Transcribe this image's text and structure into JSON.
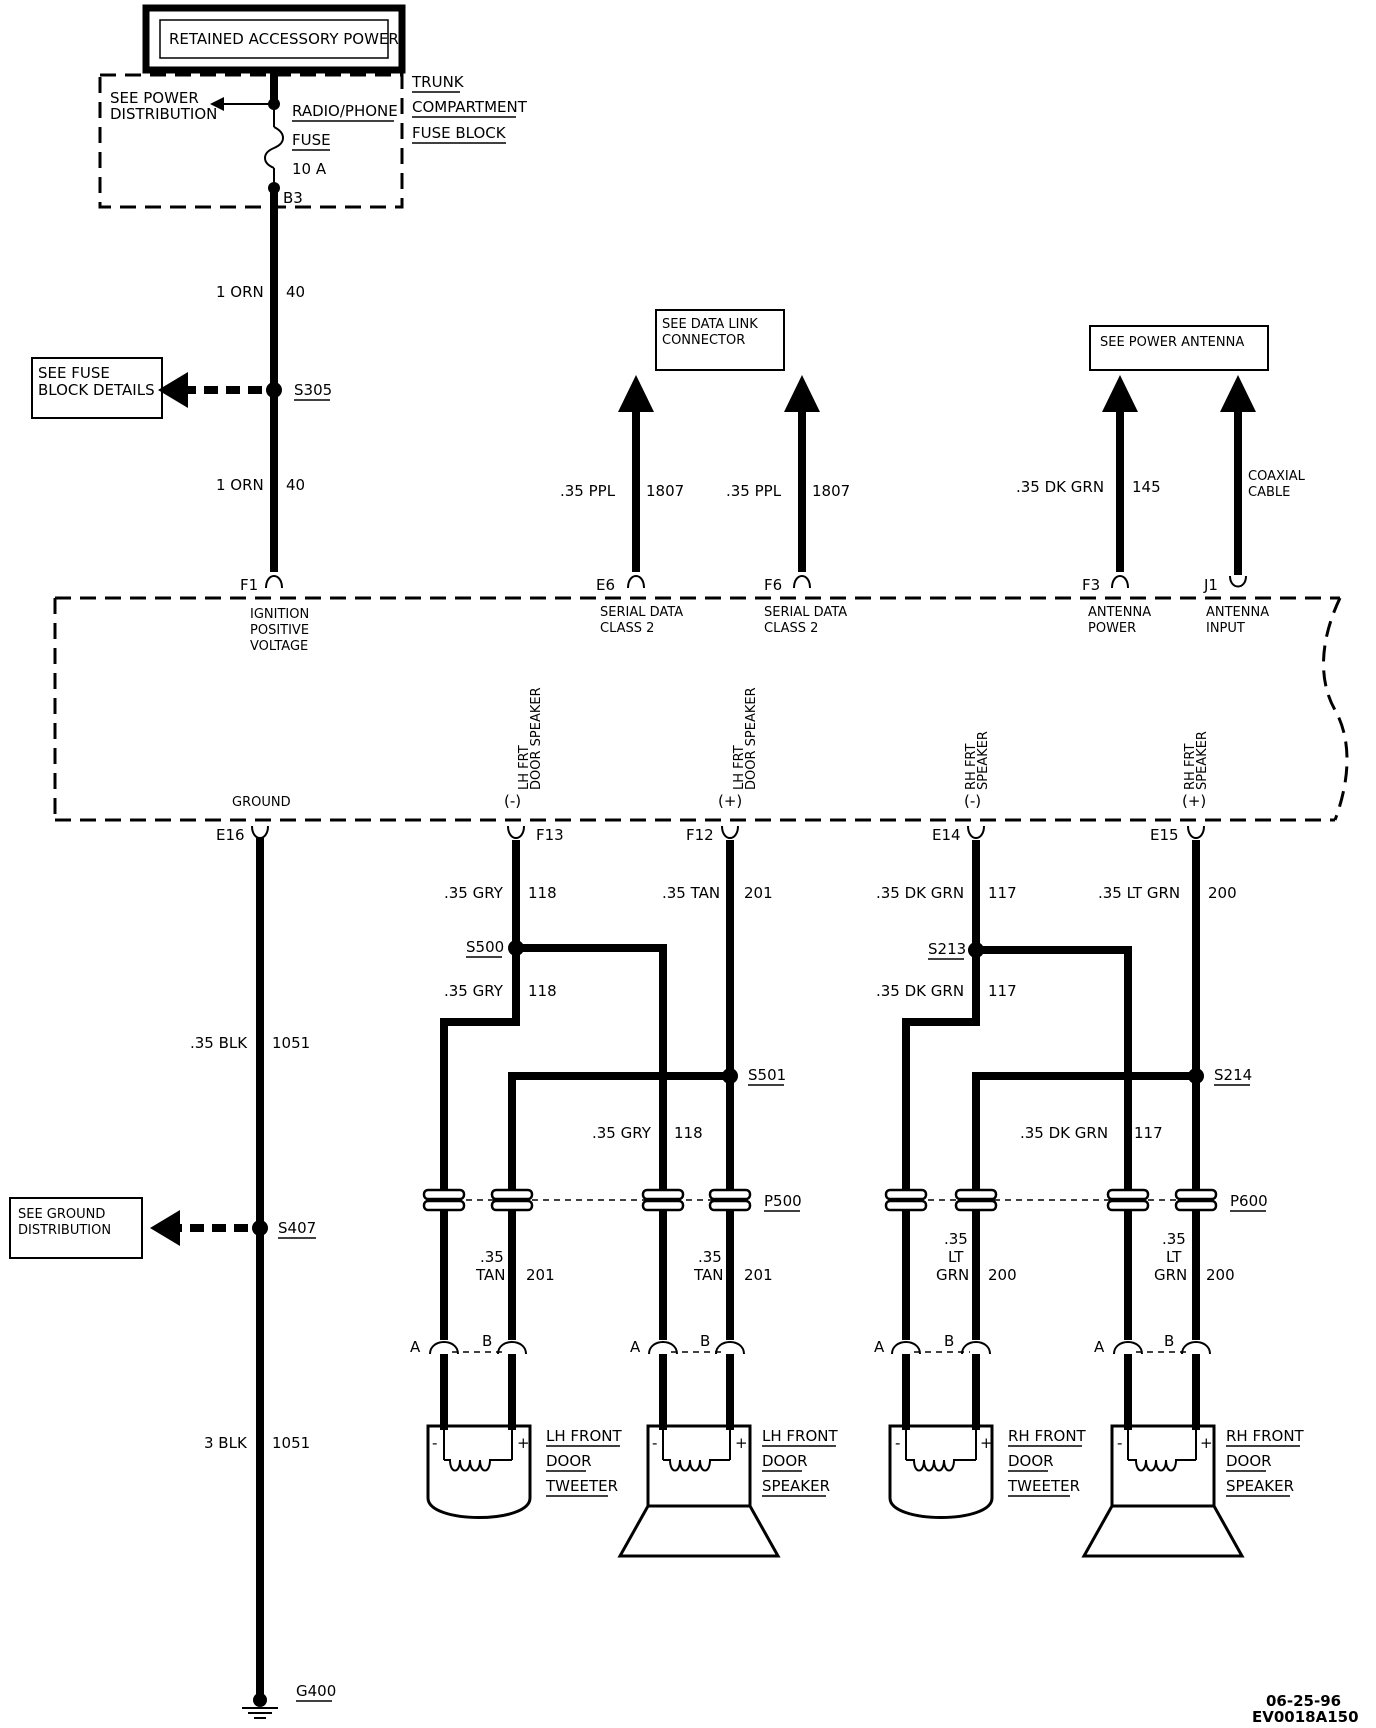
{
  "header": {
    "title": "RETAINED ACCESSORY POWER"
  },
  "fuse_block": {
    "see_power_line1": "SEE POWER",
    "see_power_line2": "DISTRIBUTION",
    "fuse_name_line1": "RADIO/PHONE",
    "fuse_name_line2": "FUSE",
    "fuse_rating": "10 A",
    "terminal": "B3",
    "location_line1": "TRUNK",
    "location_line2": "COMPARTMENT",
    "location_line3": "FUSE BLOCK"
  },
  "feed": {
    "wire1_size": "1 ORN",
    "wire1_circuit": "40",
    "splice": "S305",
    "wire2_size": "1 ORN",
    "wire2_circuit": "40",
    "see_fuse_line1": "SEE FUSE",
    "see_fuse_line2": "BLOCK DETAILS"
  },
  "top_refs": {
    "data_link_line1": "SEE DATA LINK",
    "data_link_line2": "CONNECTOR",
    "power_antenna": "SEE POWER ANTENNA"
  },
  "top_wires": [
    {
      "size": ".35 PPL",
      "circuit": "1807",
      "pin": "E6",
      "func1": "SERIAL DATA",
      "func2": "CLASS 2"
    },
    {
      "size": ".35 PPL",
      "circuit": "1807",
      "pin": "F6",
      "func1": "SERIAL DATA",
      "func2": "CLASS 2"
    },
    {
      "size": ".35 DK GRN",
      "circuit": "145",
      "pin": "F3",
      "func1": "ANTENNA",
      "func2": "POWER"
    },
    {
      "size_line1": "COAXIAL",
      "size_line2": "CABLE",
      "pin": "J1",
      "func1": "ANTENNA",
      "func2": "INPUT"
    }
  ],
  "ignition": {
    "pin": "F1",
    "func1": "IGNITION",
    "func2": "POSITIVE",
    "func3": "VOLTAGE"
  },
  "ground_pin": {
    "pin": "E16",
    "func": "GROUND"
  },
  "speaker_pins": [
    {
      "pin": "F13",
      "func1": "LH FRT",
      "func2": "DOOR SPEAKER",
      "pol": "(-)",
      "size": ".35 GRY",
      "circuit": "118"
    },
    {
      "pin": "F12",
      "func1": "LH FRT",
      "func2": "DOOR SPEAKER",
      "pol": "(+)",
      "size": ".35 TAN",
      "circuit": "201"
    },
    {
      "pin": "E14",
      "func1": "RH FRT",
      "func2": "SPEAKER",
      "pol": "(-)",
      "size": ".35 DK GRN",
      "circuit": "117"
    },
    {
      "pin": "E15",
      "func1": "RH FRT",
      "func2": "SPEAKER",
      "pol": "(+)",
      "size": ".35 LT GRN",
      "circuit": "200"
    }
  ],
  "splices": {
    "s500": "S500",
    "s501": "S501",
    "s213": "S213",
    "s214": "S214",
    "s500_down_size": ".35 GRY",
    "s500_down_circuit": "118",
    "s213_down_size": ".35 DK GRN",
    "s213_down_circuit": "117",
    "lh_mid_size": ".35 GRY",
    "lh_mid_circuit": "118",
    "rh_mid_size": ".35 DK GRN",
    "rh_mid_circuit": "117"
  },
  "connectors": {
    "p500": "P500",
    "p600": "P600"
  },
  "lower_wires": {
    "lh_size_line1": ".35",
    "lh_size_line2": "TAN",
    "lh_circuit": "201",
    "rh_size_line1": ".35",
    "rh_size_line2": "LT",
    "rh_size_line3": "GRN",
    "rh_circuit": "200"
  },
  "speakers": [
    {
      "line1": "LH FRONT",
      "line2": "DOOR",
      "line3": "TWEETER",
      "pin_a": "A",
      "pin_b": "B"
    },
    {
      "line1": "LH FRONT",
      "line2": "DOOR",
      "line3": "SPEAKER",
      "pin_a": "A",
      "pin_b": "B"
    },
    {
      "line1": "RH FRONT",
      "line2": "DOOR",
      "line3": "TWEETER",
      "pin_a": "A",
      "pin_b": "B"
    },
    {
      "line1": "RH FRONT",
      "line2": "DOOR",
      "line3": "SPEAKER",
      "pin_a": "A",
      "pin_b": "B"
    }
  ],
  "ground": {
    "wire1_size": ".35 BLK",
    "wire1_circuit": "1051",
    "splice": "S407",
    "see_ground_line1": "SEE GROUND",
    "see_ground_line2": "DISTRIBUTION",
    "wire2_size": "3 BLK",
    "wire2_circuit": "1051",
    "ground_point": "G400"
  },
  "footer": {
    "date": "06-25-96",
    "code": "EV0018A150"
  }
}
